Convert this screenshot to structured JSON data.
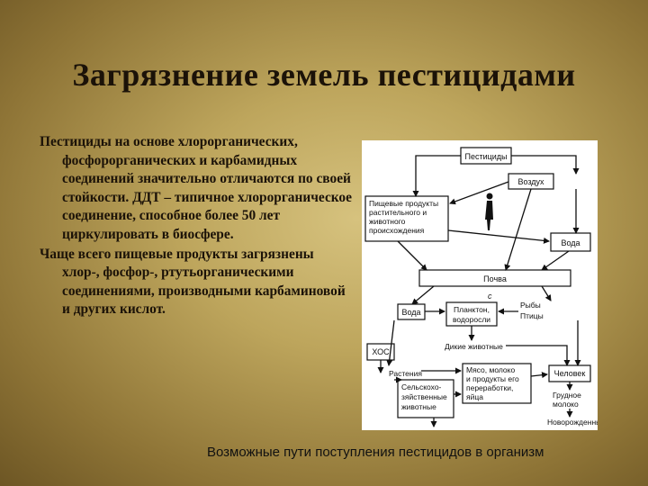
{
  "title": "Загрязнение земель пестицидами",
  "body": {
    "paragraphs": [
      "Пестициды на основе хлорорганических, фосфорорганических и карбамидных соединений значительно отличаются по своей стойкости. ДДТ – типичное хлорорганическое соединение, способное более 50 лет циркулировать в биосфере.",
      "Чаще всего пищевые продукты загрязнены хлор-, фосфор-, ртутьорганическими соединениями, производными карбаминовой и других кислот."
    ]
  },
  "diagram": {
    "pesticide": "Пестициды",
    "air": "Воздух",
    "food_products": [
      "Пищевые продукты",
      "растительного и",
      "животного",
      "происхождения"
    ],
    "water_top": "Вода",
    "soil": "Почва",
    "mark_c": "с",
    "water_mid": "Вода",
    "plankton": [
      "Планктон,",
      "водоросли"
    ],
    "fish": "Рыбы",
    "birds": "Птицы",
    "xoc": "ХОС",
    "wild_animals": "Дикие животные",
    "plants": "Растения",
    "meat_milk": [
      "Мясо, молоко",
      "и продукты его",
      "переработки,",
      "яйца"
    ],
    "human": "Человек",
    "farm_animals": [
      "Сельскохо-",
      "зяйственные",
      "животные"
    ],
    "breast_milk": [
      "Грудное",
      "молоко"
    ],
    "newborns": "Новорожденные"
  },
  "caption": "Возможные пути поступления пестицидов в организм"
}
